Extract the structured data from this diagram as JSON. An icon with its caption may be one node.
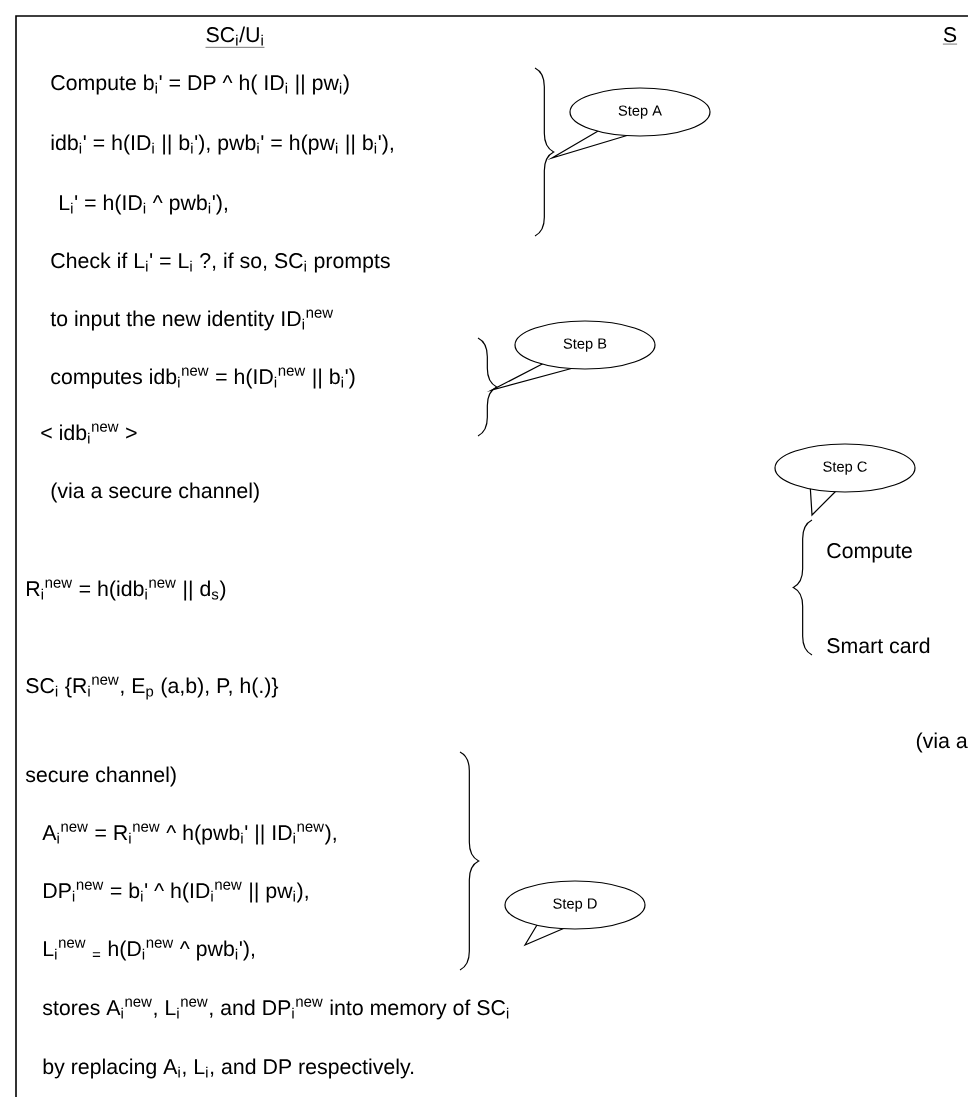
{
  "diagram": {
    "nodes": [
      {
        "text": [
          "Step A"
        ]
      },
      {
        "text": [
          "Step B"
        ]
      },
      {
        "text": [
          "Step C"
        ]
      },
      {
        "text": [
          "Step D"
        ]
      }
    ],
    "labels": [
      "SC$_{i}$/U$_{i}$",
      "S",
      "Compute b$_{i}$' = DP ^ h( ID$_{i}$ || pw$_{i}$)",
      "idb$_{i}$' = h(ID$_{i}$ || b$_{i}$'), pwb$_{i}$' = h(pw$_{i}$ || b$_{i}$'),",
      "L$_{i}$' = h(ID$_{i}$ ^ pwb$_{i}$'),",
      "Check if L$_{i}$' = L$_{i}$ ?, if so, SC$_{i}$ prompts",
      "to input the new identity ID$_{i}$$^{new}$",
      "computes idb$_{i}$$^{new}$ = h(ID$_{i}$$^{new}$ || b$_{i}$')",
      "< idb$_{i}$$^{new}$ >",
      "(via a secure channel)",
      "Compute",
      "R$_{i}$$^{new}$ = h(idb$_{i}$$^{new}$ || d$_{s}$)",
      "Smart card",
      "SC$_{i}$ {R$_{i}$$^{new}$, E$_{p}$ (a,b), P, h(.)}",
      "(via a",
      "secure channel)",
      "A$_{i}$$^{new}$ = R$_{i}$$^{new}$ ^ h(pwb$_{i}$' || ID$_{i}$$^{new}$),",
      "DP$_{i}$$^{new}$ = b$_{i}$' ^ h(ID$_{i}$$^{new}$ || pw$_{i}$),",
      "L$_{i}$$^{new}$ $_{=}$ h(D$_{i}$$^{new}$ ^ pwb$_{i}$'),",
      "stores A$_{i}$$^{new}$, L$_{i}$$^{new}$, and DP$_{i}$$^{new}$ into memory of SC$_{i}$",
      "by replacing A$_{i}$, L$_{i}$, and DP respectively."
    ]
  }
}
